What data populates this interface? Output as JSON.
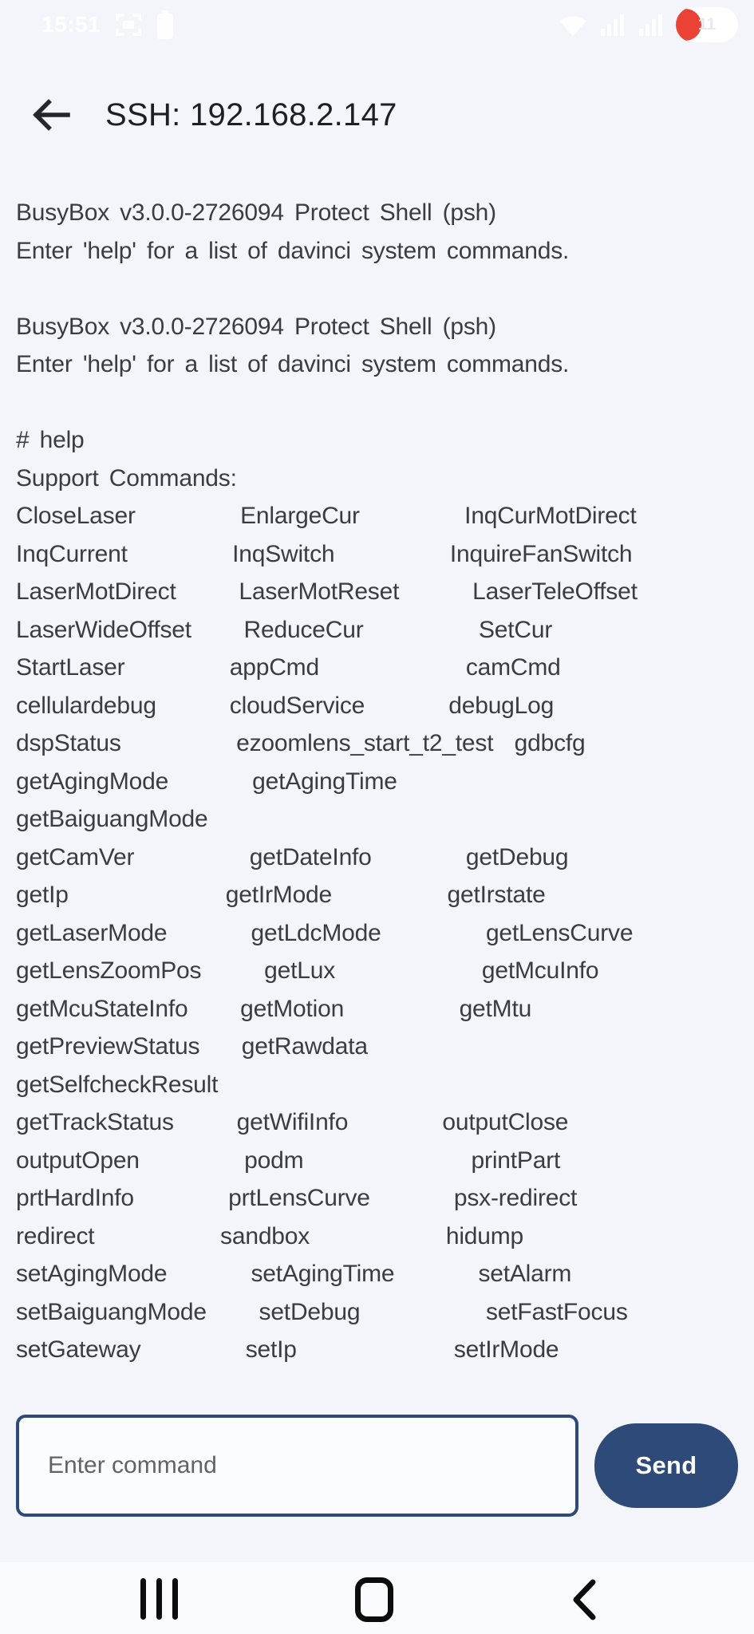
{
  "status_bar": {
    "time": "15:51",
    "battery_percent": "11"
  },
  "header": {
    "title": "SSH: 192.168.2.147"
  },
  "terminal": {
    "lines": [
      "BusyBox v3.0.0-2726094 Protect Shell (psh)",
      "Enter 'help' for a list of davinci system commands.",
      "",
      "BusyBox v3.0.0-2726094 Protect Shell (psh)",
      "Enter 'help' for a list of davinci system commands.",
      "",
      "# help",
      "Support Commands:",
      "CloseLaser          EnlargeCur          InqCurMotDirect",
      "InqCurrent          InqSwitch           InquireFanSwitch",
      "LaserMotDirect      LaserMotReset       LaserTeleOffset",
      "LaserWideOffset     ReduceCur           SetCur",
      "StartLaser          appCmd              camCmd",
      "cellulardebug       cloudService        debugLog",
      "dspStatus           ezoomlens_start_t2_test  gdbcfg",
      "getAgingMode        getAgingTime",
      "getBaiguangMode",
      "getCamVer           getDateInfo         getDebug",
      "getIp               getIrMode           getIrstate",
      "getLaserMode        getLdcMode          getLensCurve",
      "getLensZoomPos      getLux              getMcuInfo",
      "getMcuStateInfo     getMotion           getMtu",
      "getPreviewStatus    getRawdata",
      "getSelfcheckResult",
      "getTrackStatus      getWifiInfo         outputClose",
      "outputOpen          podm                printPart",
      "prtHardInfo         prtLensCurve        psx-redirect",
      "redirect            sandbox             hidump",
      "setAgingMode        setAgingTime        setAlarm",
      "setBaiguangMode     setDebug            setFastFocus",
      "setGateway          setIp               setIrMode"
    ]
  },
  "command_bar": {
    "input_placeholder": "Enter command",
    "send_label": "Send"
  },
  "colors": {
    "accent_navy": "#2e4a78",
    "battery_red": "#ea4335",
    "background": "#f4f5fa",
    "terminal_text": "#3a3c41"
  }
}
